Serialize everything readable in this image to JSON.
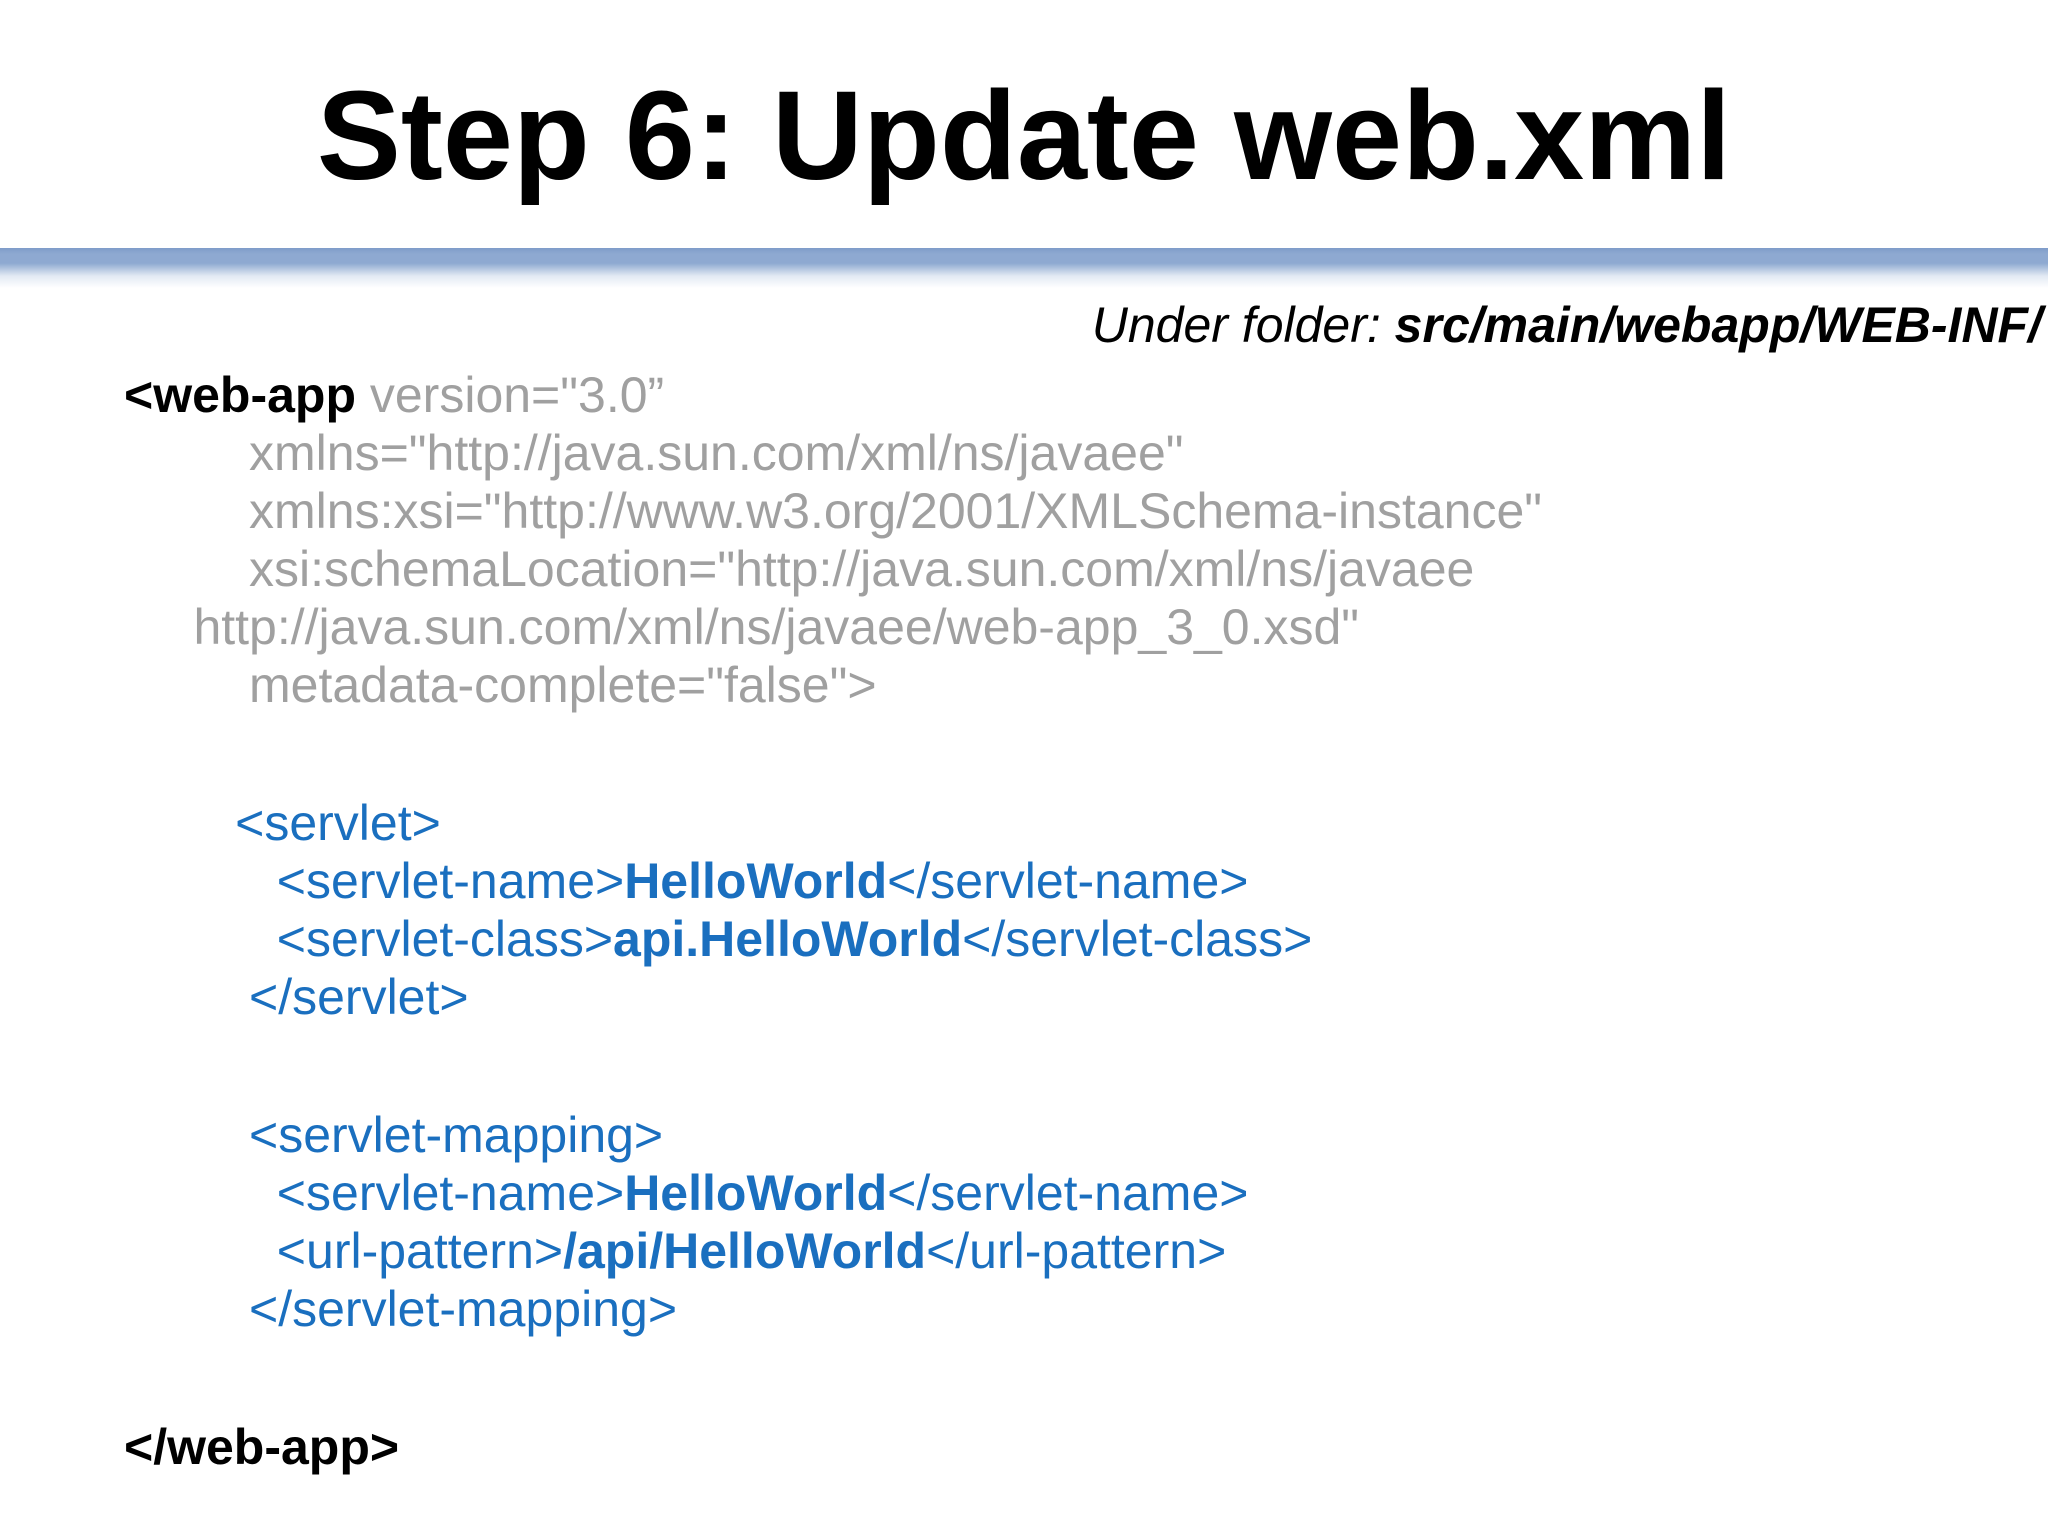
{
  "slide": {
    "title": "Step 6: Update web.xml",
    "subtitle": {
      "label": "Under folder: ",
      "path": "src/main/webapp/WEB-INF/"
    },
    "colors": {
      "code_gray": "#a0a0a0",
      "code_blue": "#1a6fbf",
      "code_black": "#000000",
      "bar_blue": "#8ea9d1",
      "bar_blue_dark": "#7f9cc9"
    },
    "code": {
      "lines": [
        {
          "segments": [
            {
              "t": "<web-app",
              "s": "black-bold"
            },
            {
              "t": " version=\"3.0”",
              "s": "gray"
            }
          ]
        },
        {
          "segments": [
            {
              "t": "         xmlns=\"http://java.sun.com/xml/ns/javaee\"",
              "s": "gray"
            }
          ]
        },
        {
          "segments": [
            {
              "t": "         xmlns:xsi=\"http://www.w3.org/2001/XMLSchema-instance\"",
              "s": "gray"
            }
          ]
        },
        {
          "segments": [
            {
              "t": "         xsi:schemaLocation=\"http://java.sun.com/xml/ns/javaee",
              "s": "gray"
            }
          ]
        },
        {
          "segments": [
            {
              "t": "     http://java.sun.com/xml/ns/javaee/web-app_3_0.xsd\"",
              "s": "gray"
            }
          ]
        },
        {
          "segments": [
            {
              "t": "         metadata-complete=\"false\">",
              "s": "gray"
            }
          ]
        },
        {
          "blank": true
        },
        {
          "segments": [
            {
              "t": "        <servlet>",
              "s": "blue"
            }
          ]
        },
        {
          "segments": [
            {
              "t": "           <servlet-name>",
              "s": "blue"
            },
            {
              "t": "HelloWorld",
              "s": "blue-bold"
            },
            {
              "t": "</servlet-name>",
              "s": "blue"
            }
          ]
        },
        {
          "segments": [
            {
              "t": "           <servlet-class>",
              "s": "blue"
            },
            {
              "t": "api.HelloWorld",
              "s": "blue-bold"
            },
            {
              "t": "</servlet-class>",
              "s": "blue"
            }
          ]
        },
        {
          "segments": [
            {
              "t": "         </servlet>",
              "s": "blue"
            }
          ]
        },
        {
          "blank": true
        },
        {
          "segments": [
            {
              "t": "         <servlet-mapping>",
              "s": "blue"
            }
          ]
        },
        {
          "segments": [
            {
              "t": "           <servlet-name>",
              "s": "blue"
            },
            {
              "t": "HelloWorld",
              "s": "blue-bold"
            },
            {
              "t": "</servlet-name>",
              "s": "blue"
            }
          ]
        },
        {
          "segments": [
            {
              "t": "           <url-pattern>",
              "s": "blue"
            },
            {
              "t": "/api/HelloWorld",
              "s": "blue-bold"
            },
            {
              "t": "</url-pattern>",
              "s": "blue"
            }
          ]
        },
        {
          "segments": [
            {
              "t": "         </servlet-mapping>",
              "s": "blue"
            }
          ]
        },
        {
          "blank": true
        },
        {
          "segments": [
            {
              "t": "</web-app>",
              "s": "black-bold"
            }
          ]
        }
      ]
    }
  }
}
